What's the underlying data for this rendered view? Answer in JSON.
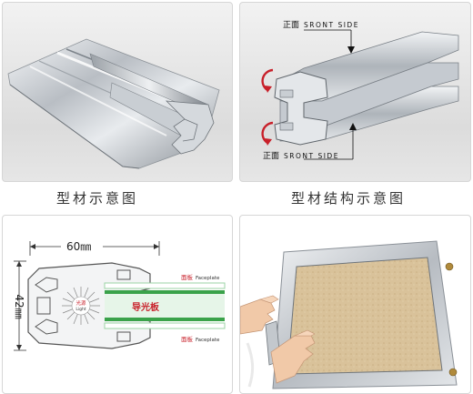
{
  "captions": {
    "profile": "型材示意图",
    "structure": "型材结构示意图"
  },
  "structure_labels": {
    "top_zh": "正面",
    "top_en": "SRONT SIDE",
    "bottom_zh": "正面",
    "bottom_en": "SRONT SIDE"
  },
  "section_labels": {
    "width": "60㎜",
    "height": "42㎜",
    "face_top_zh": "面板",
    "face_top_en": "Faceplate",
    "face_bottom_zh": "面板",
    "face_bottom_en": "Faceplate",
    "light_zh": "光源",
    "light_en": "Light",
    "guide_plate": "导光板"
  },
  "colors": {
    "accent_red": "#c8202a",
    "guide_green": "#3aa24a"
  }
}
